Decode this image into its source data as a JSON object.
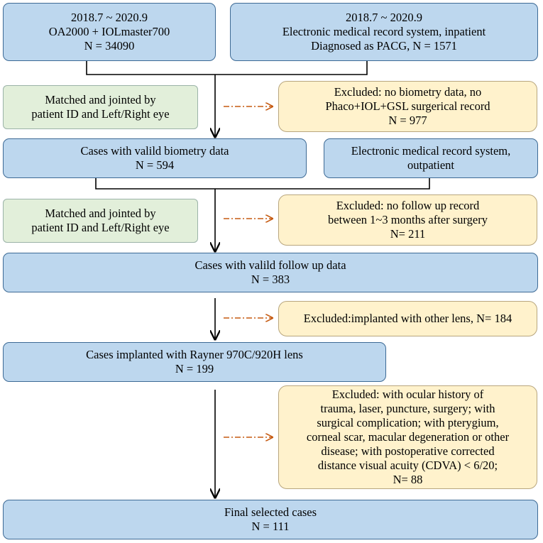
{
  "boxes": {
    "source_a": [
      "2018.7 ~ 2020.9",
      "OA2000 + IOLmaster700",
      "N = 34090"
    ],
    "source_b": [
      "2018.7 ~ 2020.9",
      "Electronic medical record system, inpatient",
      "Diagnosed as PACG, N = 1571"
    ],
    "match_1": [
      "Matched and jointed by",
      "patient ID and Left/Right eye"
    ],
    "excluded_1": [
      "Excluded: no biometry data, no",
      "Phaco+IOL+GSL surgerical record",
      "N = 977"
    ],
    "biometry": [
      "Cases with valild biometry data",
      "N = 594"
    ],
    "outpatient": [
      "Electronic medical record system,",
      "outpatient"
    ],
    "match_2": [
      "Matched and jointed by",
      "patient ID and Left/Right eye"
    ],
    "excluded_2": [
      "Excluded: no follow up record",
      "between 1~3 months after surgery",
      "N= 211"
    ],
    "followup": [
      "Cases with valild follow up data",
      "N = 383"
    ],
    "excluded_3": [
      "Excluded:implanted with other lens, N= 184"
    ],
    "rayner": [
      "Cases implanted with Rayner 970C/920H lens",
      "N = 199"
    ],
    "excluded_4": [
      "Excluded: with ocular history of",
      "trauma, laser, puncture, surgery; with",
      "surgical complication; with pterygium,",
      "corneal scar, macular degeneration or other",
      "disease; with  postoperative corrected",
      "distance visual acuity (CDVA) < 6/20;",
      "N= 88"
    ],
    "final": [
      "Final selected cases",
      "N = 111"
    ]
  },
  "colors": {
    "blue_fill": "#bdd7ee",
    "green_fill": "#e2efda",
    "yellow_fill": "#fff2cc",
    "dashed_arrow": "#c55a11"
  }
}
